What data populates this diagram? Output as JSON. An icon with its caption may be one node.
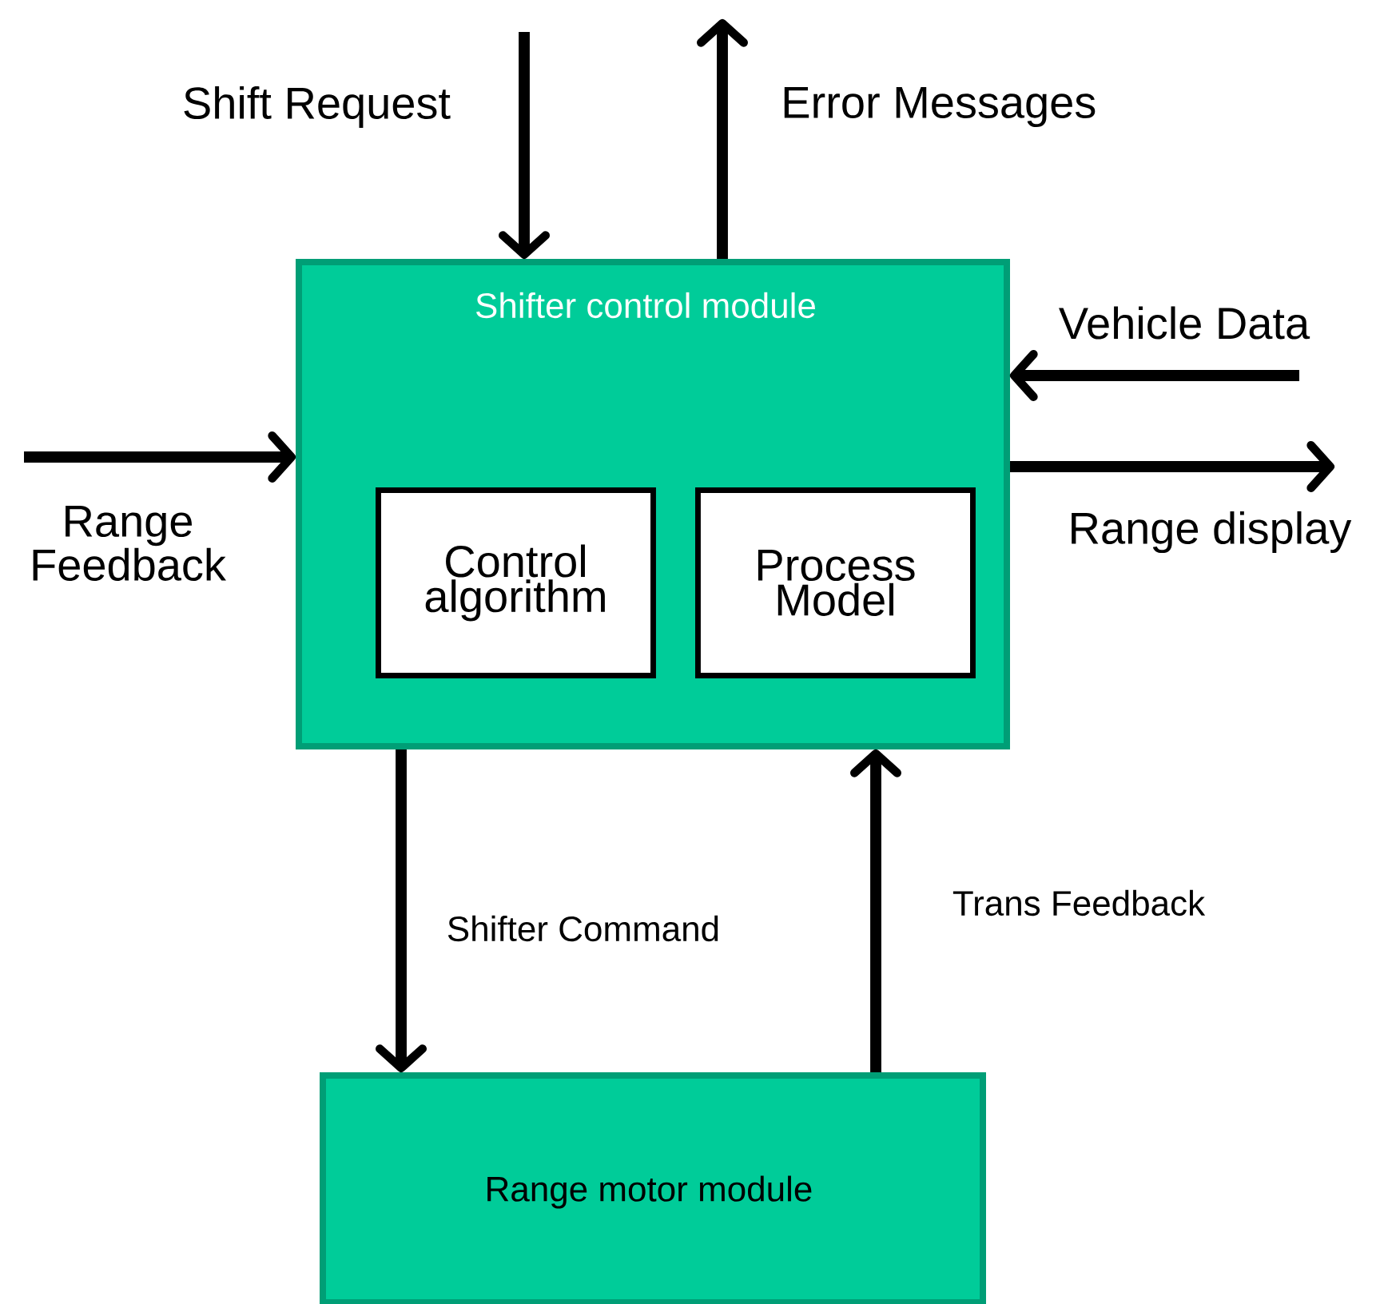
{
  "diagram": {
    "nodes": [
      {
        "text": [
          "Shifter control module"
        ]
      },
      {
        "text": [
          "Control algorithm"
        ],
        "in": 0
      },
      {
        "text": [
          "Process Model"
        ],
        "in": 0
      },
      {
        "text": [
          "Range motor module"
        ]
      }
    ],
    "edges": [
      {
        "from": null,
        "to": 0,
        "arrow": "to",
        "label": "Shift Request"
      },
      {
        "from": 0,
        "to": null,
        "arrow": "to",
        "label": "Error Messages"
      },
      {
        "from": null,
        "to": 0,
        "arrow": "to",
        "label": "Vehicle Data"
      },
      {
        "from": null,
        "to": 0,
        "arrow": "to",
        "label": "Range Feedback"
      },
      {
        "from": 0,
        "to": null,
        "arrow": "to",
        "label": "Range display"
      },
      {
        "from": 0,
        "to": 3,
        "arrow": "to",
        "label": "Shifter Command"
      },
      {
        "from": 3,
        "to": 0,
        "arrow": "to",
        "label": "Trans Feedback"
      }
    ]
  }
}
